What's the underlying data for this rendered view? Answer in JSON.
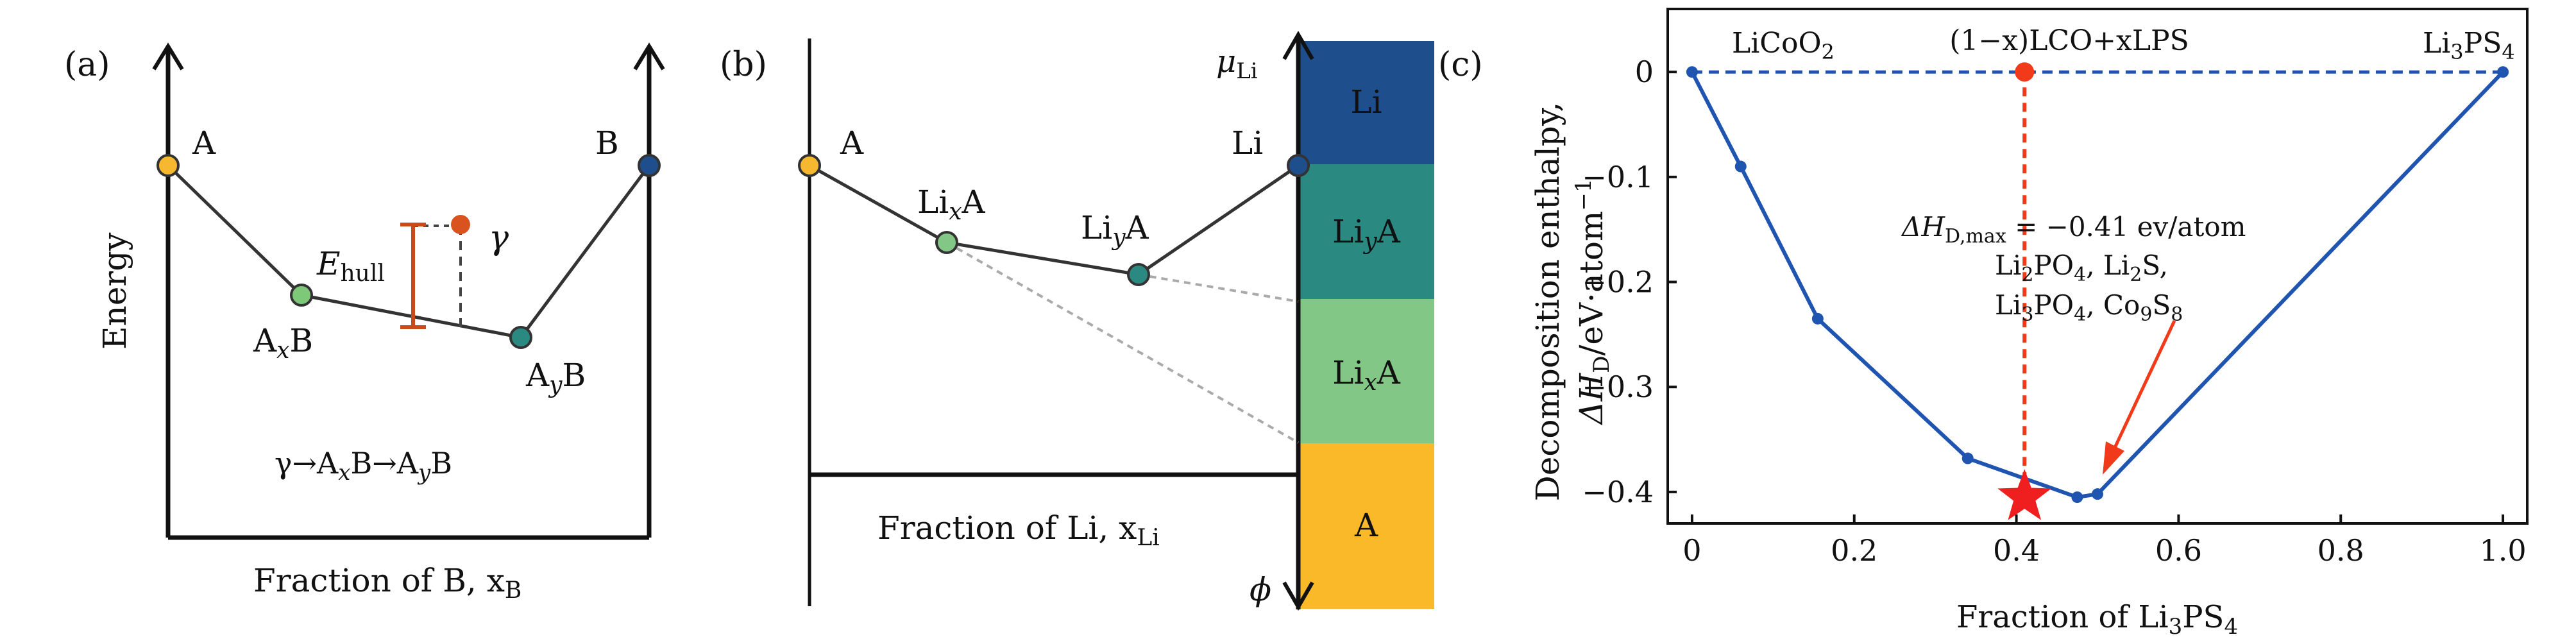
{
  "panels": {
    "a": {
      "panel_label": "(a)",
      "ylabel": "Energy",
      "xlabel": "Fraction of B, x",
      "xlabel_sub": "B",
      "point_A": "A",
      "point_B": "B",
      "point_AxB_main": "A",
      "point_AxB_sub": "x",
      "point_AxB_tail": "B",
      "point_AyB_main": "A",
      "point_AyB_sub": "y",
      "point_AyB_tail": "B",
      "ehull_main": "E",
      "ehull_sub": "hull",
      "gamma": "γ",
      "reaction": "γ→AₓB→A_yB",
      "reaction_parts": [
        "γ→A",
        "x",
        "B→A",
        "y",
        "B"
      ],
      "colors": {
        "A": "#f5b82e",
        "B": "#1f4e8c",
        "AxB": "#7ec87a",
        "AyB": "#2a8a82",
        "gamma": "#d9531e",
        "ehull": "#c94a1a"
      }
    },
    "b": {
      "panel_label": "(b)",
      "mu_main": "μ",
      "mu_sub": "Li",
      "phi": "ϕ",
      "xlabel": "Fraction of Li, x",
      "xlabel_sub": "Li",
      "point_A": "A",
      "point_Li": "Li",
      "point_LixA_main": "Li",
      "point_LixA_sub": "x",
      "point_LixA_tail": "A",
      "point_LiyA_main": "Li",
      "point_LiyA_sub": "y",
      "point_LiyA_tail": "A",
      "bands": [
        {
          "main": "Li",
          "sub": "",
          "tail": "",
          "color": "#1f4e8c",
          "text_color": "#ffffff"
        },
        {
          "main": "Li",
          "sub": "y",
          "tail": "A",
          "color": "#2a8a82",
          "text_color": "#ffffff"
        },
        {
          "main": "Li",
          "sub": "x",
          "tail": "A",
          "color": "#82c785",
          "text_color": "#111111"
        },
        {
          "main": "A",
          "sub": "",
          "tail": "",
          "color": "#f9b928",
          "text_color": "#111111"
        }
      ]
    },
    "c": {
      "panel_label": "(c)",
      "ylabel_line1": "Decomposition enthalpy,",
      "ylabel_line2": "ΔH_D/eV·atom⁻¹",
      "ylabel_parts": [
        "ΔH",
        "D",
        "/eV·atom",
        "−1"
      ],
      "xlabel_parts": [
        "Fraction of Li",
        "3",
        "PS",
        "4"
      ],
      "top_left_parts": [
        "LiCoO",
        "2"
      ],
      "top_right_parts": [
        "Li",
        "3",
        "PS",
        "4"
      ],
      "top_mid": "(1−x)LCO+xLPS",
      "annotation_line1": "ΔH_D,max = −0.41 ev/atom",
      "annotation_line1_parts": [
        "ΔH",
        "D,max",
        " = −0.41 ev/atom"
      ],
      "annotation_line2_parts": [
        "Li",
        "2",
        "PO",
        "4",
        ", Li",
        "2",
        "S,"
      ],
      "annotation_line3_parts": [
        "Li",
        "3",
        "PO",
        "4",
        ", Co",
        "9",
        "S",
        "8"
      ],
      "colors": {
        "curve": "#1f55b0",
        "hull": "#1f55b0",
        "vertical": "#f03a1a",
        "star": "#f01f1f"
      }
    }
  },
  "chart_data": {
    "type": "line",
    "title": "",
    "xlabel": "Fraction of Li3PS4",
    "ylabel": "Decomposition enthalpy, ΔH_D/eV·atom−1",
    "xlim": [
      -0.03,
      1.03
    ],
    "ylim": [
      -0.43,
      0.06
    ],
    "xticks": [
      0.0,
      0.2,
      0.4,
      0.6,
      0.8,
      1.0
    ],
    "xtick_labels": [
      "0",
      "0.2",
      "0.4",
      "0.6",
      "0.8",
      "1.0"
    ],
    "yticks": [
      0,
      -0.1,
      -0.2,
      -0.3,
      -0.4
    ],
    "ytick_labels": [
      "0",
      "−0.1",
      "−0.2",
      "−0.3",
      "−0.4"
    ],
    "grid": false,
    "series": [
      {
        "style": "solid",
        "x": [
          0.0,
          0.06,
          0.155,
          0.34,
          0.475,
          0.5,
          1.0
        ],
        "y": [
          0.0,
          -0.09,
          -0.235,
          -0.368,
          -0.405,
          -0.402,
          0.0
        ]
      },
      {
        "style": "dashed",
        "x": [
          0.0,
          1.0
        ],
        "y": [
          0.0,
          0.0
        ]
      }
    ],
    "highlight": {
      "x": 0.41,
      "y_top": 0.0,
      "y_min": -0.405
    },
    "star_point": {
      "x": 0.41,
      "y": -0.405
    }
  }
}
